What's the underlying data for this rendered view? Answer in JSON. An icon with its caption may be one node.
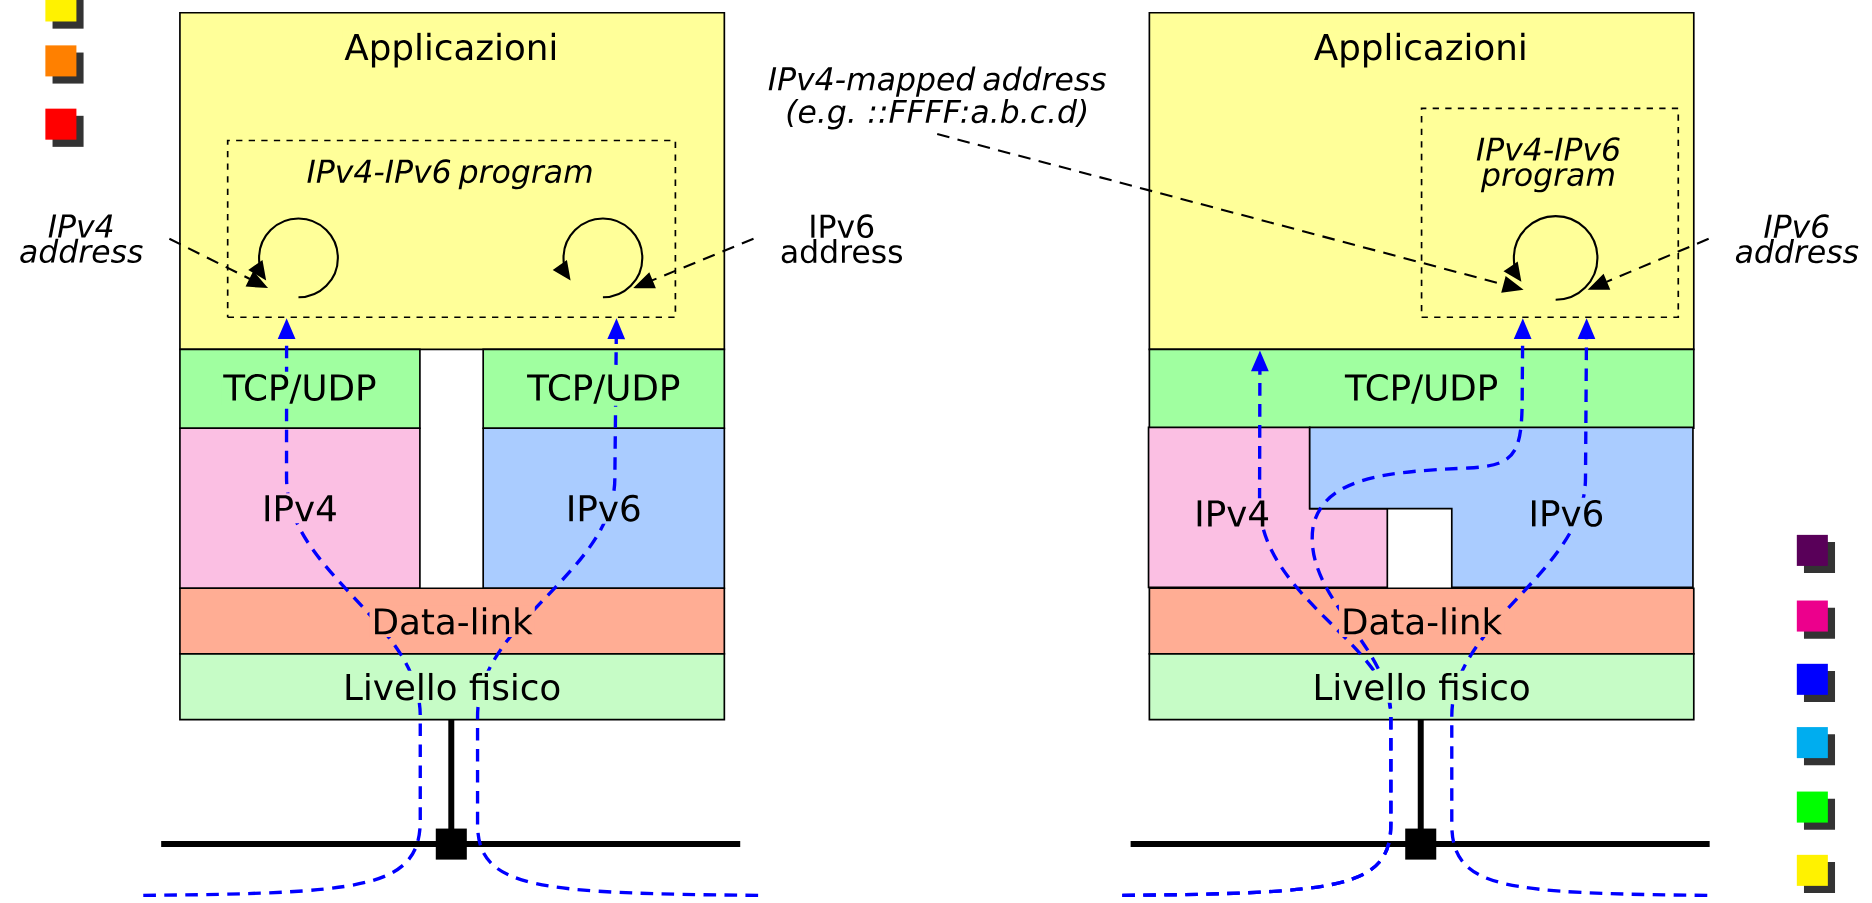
{
  "diagram": {
    "nodes": [
      {
        "text": [
          "Applicazioni"
        ]
      },
      {
        "text": [
          "IPv4-IPv6 program"
        ],
        "in": 0
      },
      {
        "text": [
          "TCP/UDP"
        ]
      },
      {
        "text": [
          "TCP/UDP"
        ]
      },
      {
        "text": [
          "IPv4"
        ]
      },
      {
        "text": [
          "IPv6"
        ]
      },
      {
        "text": [
          "Data-link"
        ]
      },
      {
        "text": [
          "Livello fisico"
        ]
      },
      {
        "text": [
          "IPv4 address"
        ]
      },
      {
        "text": [
          "IPv6 address"
        ]
      },
      {
        "text": [],
        "shape": "circle",
        "in": 1
      },
      {
        "text": [],
        "shape": "circle",
        "in": 1
      },
      {
        "text": [
          "Applicazioni"
        ]
      },
      {
        "text": [
          "IPv4-IPv6 program"
        ],
        "in": 12
      },
      {
        "text": [
          "TCP/UDP"
        ]
      },
      {
        "text": [
          "IPv4"
        ]
      },
      {
        "text": [
          "IPv6"
        ]
      },
      {
        "text": [
          "Data-link"
        ]
      },
      {
        "text": [
          "Livello fisico"
        ]
      },
      {
        "text": [
          "IPv4-mapped address (e.g. ::FFFF:a.b.c.d)"
        ]
      },
      {
        "text": [
          "IPv6 address"
        ]
      },
      {
        "text": [],
        "shape": "circle",
        "in": 13
      }
    ],
    "edges": [
      {
        "from": null,
        "to": 1,
        "arrow": "to",
        "style": "dashed",
        "color": "#0000ff"
      },
      {
        "from": null,
        "to": 1,
        "arrow": "to",
        "style": "dashed",
        "color": "#0000ff"
      },
      {
        "from": null,
        "to": 12,
        "arrow": "to",
        "style": "dashed",
        "color": "#0000ff"
      },
      {
        "from": null,
        "to": 13,
        "arrow": "to",
        "style": "dashed",
        "color": "#0000ff"
      },
      {
        "from": null,
        "to": 13,
        "arrow": "to",
        "style": "dashed",
        "color": "#0000ff"
      },
      {
        "from": 8,
        "to": 10,
        "arrow": "to",
        "style": "dashed",
        "color": "#000000"
      },
      {
        "from": 9,
        "to": 11,
        "arrow": "to",
        "style": "dashed",
        "color": "#000000"
      },
      {
        "from": 19,
        "to": 21,
        "arrow": "to",
        "style": "dashed",
        "color": "#000000"
      },
      {
        "from": 20,
        "to": 21,
        "arrow": "to",
        "style": "dashed",
        "color": "#000000"
      }
    ]
  }
}
